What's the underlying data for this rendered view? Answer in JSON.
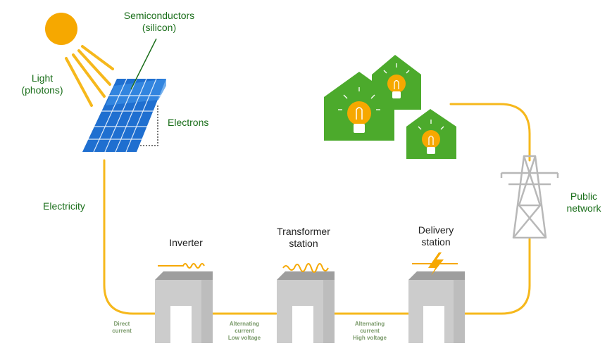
{
  "labels": {
    "semiconductors": [
      "Semiconductors",
      "(silicon)"
    ],
    "light": [
      "Light",
      "(photons)"
    ],
    "electrons": "Electrons",
    "electricity": "Electricity",
    "public_network": [
      "Public",
      "network"
    ],
    "inverter": "Inverter",
    "transformer": [
      "Transformer",
      "station"
    ],
    "delivery": [
      "Delivery",
      "station"
    ],
    "direct_current": [
      "Direct",
      "current"
    ],
    "ac_low": [
      "Alternating",
      "current",
      "Low voltage"
    ],
    "ac_high": [
      "Alternating",
      "current",
      "High voltage"
    ]
  },
  "colors": {
    "wire": "#f6b81c",
    "sun": "#f6a800",
    "house": "#4caa2c",
    "house_dark": "#3a8f22",
    "bulb": "#f6a800",
    "panel": "#1f6fd0",
    "panel_light": "#3a8fe6",
    "station": "#cccccc",
    "station_top": "#9e9e9e",
    "label_green": "#1a6e1a",
    "label_small": "#7a9a6a"
  },
  "icons": [
    "sun-icon",
    "solar-panel-icon",
    "house-icon",
    "lightbulb-icon",
    "pylon-icon",
    "station-icon",
    "wave-icon",
    "lightning-icon"
  ]
}
